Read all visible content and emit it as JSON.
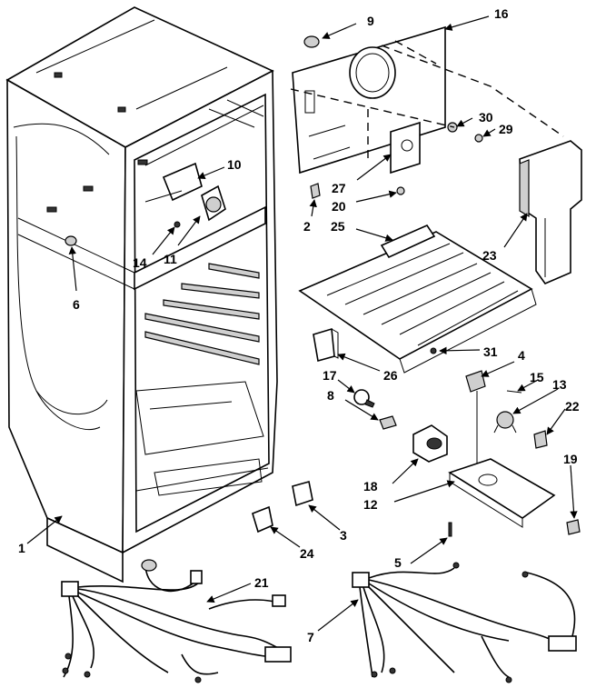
{
  "labels": {
    "p1": "1",
    "p2": "2",
    "p3": "3",
    "p4": "4",
    "p5": "5",
    "p6": "6",
    "p7": "7",
    "p8": "8",
    "p9": "9",
    "p10": "10",
    "p11": "11",
    "p12": "12",
    "p13": "13",
    "p14": "14",
    "p15": "15",
    "p16": "16",
    "p17": "17",
    "p18": "18",
    "p19": "19",
    "p20": "20",
    "p21": "21",
    "p22": "22",
    "p23": "23",
    "p24": "24",
    "p25": "25",
    "p26": "26",
    "p27": "27",
    "p29": "29",
    "p30": "30",
    "p31": "31"
  }
}
